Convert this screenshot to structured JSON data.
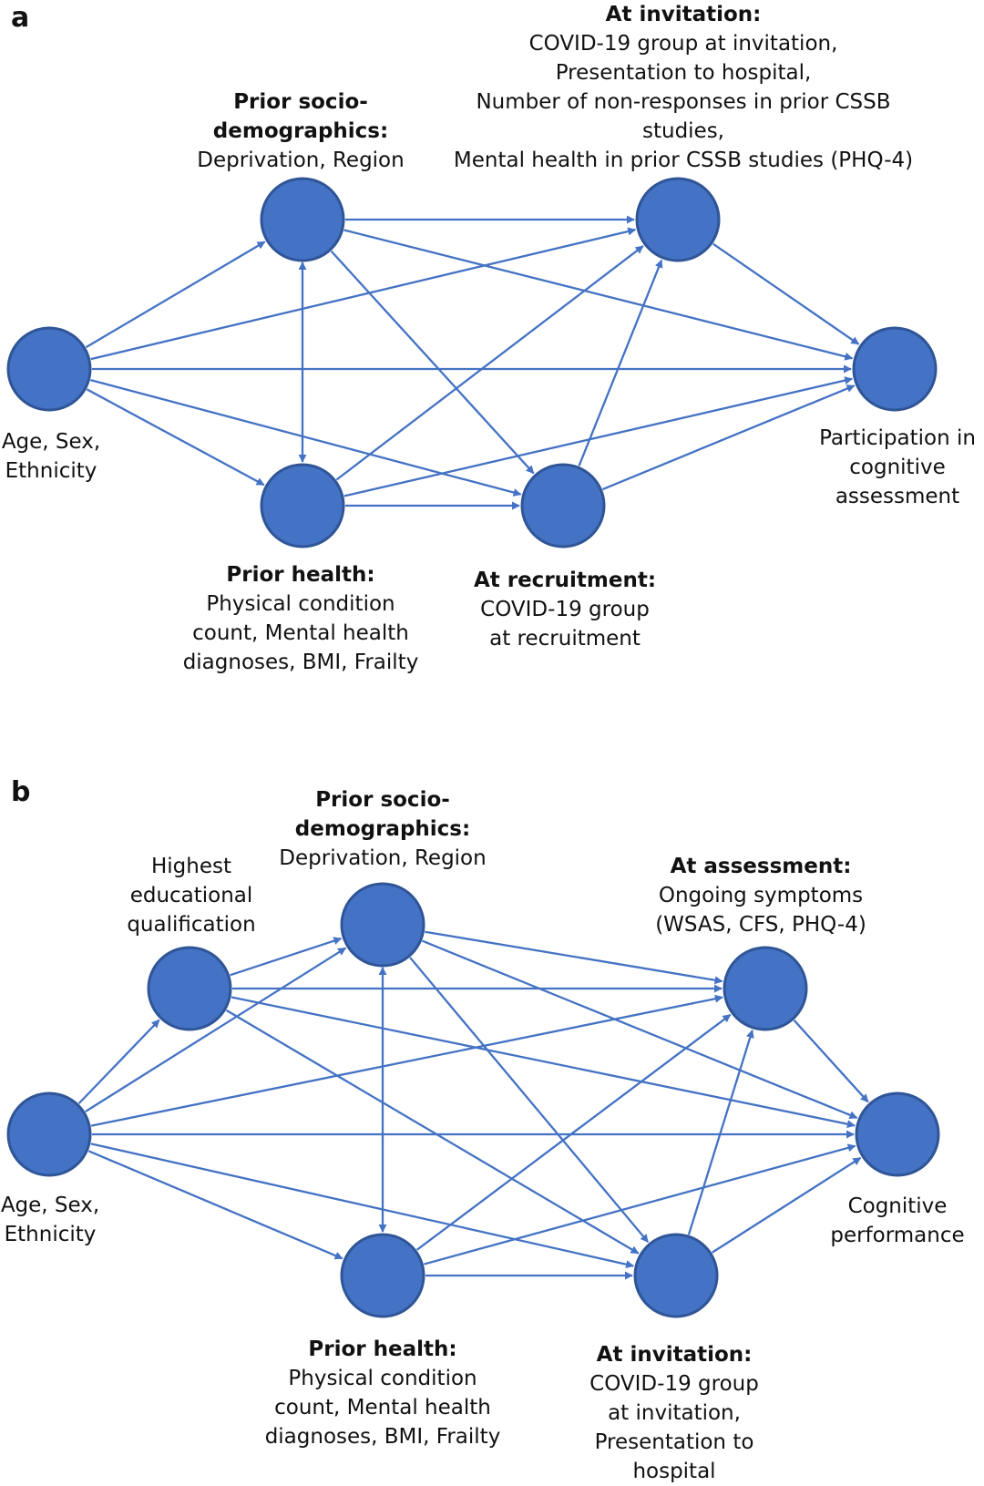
{
  "panel_a": {
    "letter": "a",
    "nodes": {
      "demo": {
        "lines": [
          "Age, Sex,",
          "Ethnicity"
        ]
      },
      "socio": {
        "title_lines": [
          "Prior socio-",
          "demographics:"
        ],
        "lines": [
          "Deprivation, Region"
        ]
      },
      "health": {
        "title_lines": [
          "Prior health:"
        ],
        "lines": [
          "Physical condition",
          "count, Mental health",
          "diagnoses, BMI, Frailty"
        ]
      },
      "recruit": {
        "title_lines": [
          "At recruitment:"
        ],
        "lines": [
          "COVID-19 group",
          "at recruitment"
        ]
      },
      "invite": {
        "title_lines": [
          "At invitation:"
        ],
        "lines": [
          "COVID-19 group at invitation,",
          "Presentation to hospital,",
          "Number of non-responses in prior CSSB",
          "studies,",
          "Mental health in prior CSSB studies (PHQ-4)"
        ]
      },
      "outcome": {
        "lines": [
          "Participation in",
          "cognitive",
          "assessment"
        ]
      }
    }
  },
  "panel_b": {
    "letter": "b",
    "nodes": {
      "demo": {
        "lines": [
          "Age, Sex,",
          "Ethnicity"
        ]
      },
      "edu": {
        "lines": [
          "Highest",
          "educational",
          "qualification"
        ]
      },
      "socio": {
        "title_lines": [
          "Prior socio-",
          "demographics:"
        ],
        "lines": [
          "Deprivation, Region"
        ]
      },
      "health": {
        "title_lines": [
          "Prior health:"
        ],
        "lines": [
          "Physical condition",
          "count, Mental health",
          "diagnoses, BMI, Frailty"
        ]
      },
      "invite": {
        "title_lines": [
          "At invitation:"
        ],
        "lines": [
          "COVID-19 group",
          "at invitation,",
          "Presentation to",
          "hospital"
        ]
      },
      "assess": {
        "title_lines": [
          "At assessment:"
        ],
        "lines": [
          "Ongoing symptoms",
          "(WSAS, CFS, PHQ-4)"
        ]
      },
      "outcome": {
        "lines": [
          "Cognitive",
          "performance"
        ]
      }
    }
  }
}
